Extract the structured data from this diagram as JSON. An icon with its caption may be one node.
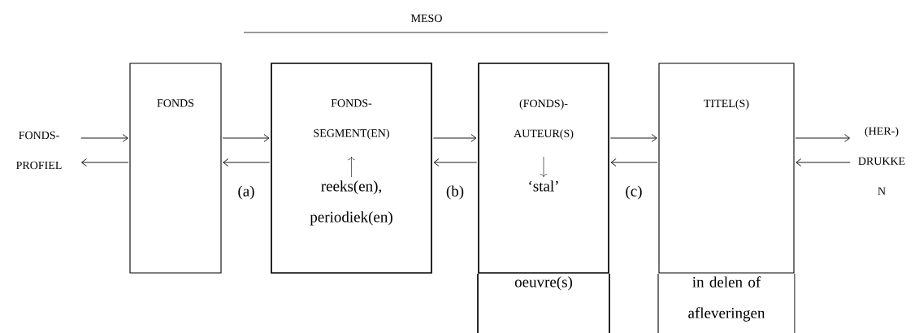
{
  "diagram": {
    "nodes": [
      {
        "text": [
          "FONDS- PROFIEL"
        ]
      },
      {
        "text": [
          "FONDS"
        ]
      },
      {
        "text": [
          "FONDS- SEGMENT(EN)",
          "reeks(en), periodiek(en)"
        ]
      },
      {
        "text": [
          "(FONDS)- AUTEUR(S)",
          "‘stal’"
        ]
      },
      {
        "text": [
          "oeuvre(s)"
        ]
      },
      {
        "text": [
          "TITEL(S)"
        ]
      },
      {
        "text": [
          "in delen of afleveringen"
        ]
      },
      {
        "text": [
          "(HER-) DRUKKE N"
        ]
      }
    ],
    "edges": [
      {
        "from": 0,
        "to": 1,
        "arrow": "to"
      },
      {
        "from": 1,
        "to": 0,
        "arrow": "to"
      },
      {
        "from": 1,
        "to": 2,
        "arrow": "to"
      },
      {
        "from": 2,
        "to": 1,
        "arrow": "to",
        "label": "(a)"
      },
      {
        "from": 2,
        "to": 3,
        "arrow": "to"
      },
      {
        "from": 3,
        "to": 2,
        "arrow": "to",
        "label": "(b)"
      },
      {
        "from": 3,
        "to": 5,
        "arrow": "to"
      },
      {
        "from": 5,
        "to": 3,
        "arrow": "to",
        "label": "(c)"
      },
      {
        "from": 5,
        "to": 7,
        "arrow": "to"
      },
      {
        "from": 7,
        "to": 5,
        "arrow": "to"
      }
    ],
    "labels": [
      "MESO"
    ]
  }
}
